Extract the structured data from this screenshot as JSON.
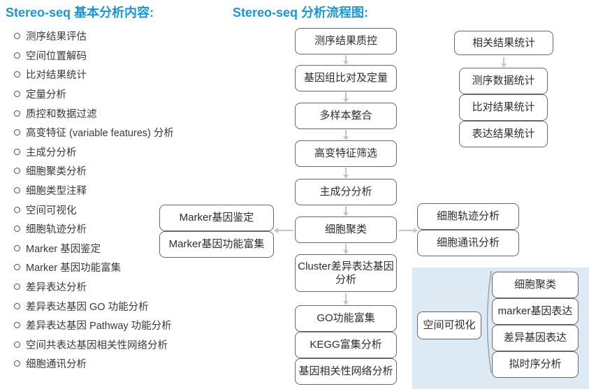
{
  "titles": {
    "left": "Stereo-seq 基本分析内容:",
    "right": "Stereo-seq 分析流程图:"
  },
  "colors": {
    "title_accent": "#1798d5",
    "box_border": "#666666",
    "arrow_gray": "#c5c5c5",
    "panel_background": "#dde9f3"
  },
  "basic_list": {
    "items": [
      "测序结果评估",
      "空间位置解码",
      "比对结果统计",
      "定量分析",
      "质控和数据过滤",
      "高变特征 (variable features) 分析",
      "主成分分析",
      "细胞聚类分析",
      "细胞类型注释",
      "空间可视化",
      "细胞轨迹分析",
      "Marker 基因鉴定",
      "Marker 基因功能富集",
      "差异表达分析",
      "差异表达基因 GO 功能分析",
      "差异表达基因 Pathway 功能分析",
      "空间共表达基因相关性网络分析",
      "细胞通讯分析"
    ]
  },
  "flowchart": {
    "main_steps": [
      "测序结果质控",
      "基因组比对及定量",
      "多样本整合",
      "高变特征筛选",
      "主成分分析",
      "细胞聚类",
      "Cluster差异表达基因分析",
      "GO功能富集",
      "KEGG富集分析",
      "基因相关性网络分析"
    ],
    "stats_branch": {
      "header": "相关结果统计",
      "items": [
        "测序数据统计",
        "比对结果统计",
        "表达结果统计"
      ]
    },
    "marker_branch": {
      "items": [
        "Marker基因鉴定",
        "Marker基因功能富集"
      ]
    },
    "cell_branch": {
      "items": [
        "细胞轨迹分析",
        "细胞通讯分析"
      ]
    },
    "spatial_panel": {
      "label": "空间可视化",
      "items": [
        "细胞聚类",
        "marker基因表达",
        "差异基因表达",
        "拟时序分析"
      ]
    }
  }
}
